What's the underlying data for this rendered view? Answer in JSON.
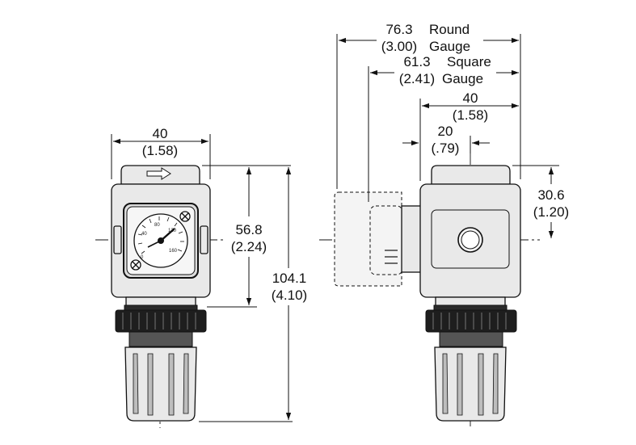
{
  "dimensions": {
    "front_width": {
      "mm": "40",
      "in": "(1.58)"
    },
    "gauge_center_height": {
      "mm": "56.8",
      "in": "(2.24)"
    },
    "overall_height": {
      "mm": "104.1",
      "in": "(4.10)"
    },
    "round_gauge": {
      "mm": "76.3",
      "in": "(3.00)",
      "label_1": "Round",
      "label_2": "Gauge"
    },
    "square_gauge": {
      "mm": "61.3",
      "in": "(2.41)",
      "label_1": "Square",
      "label_2": "Gauge"
    },
    "side_width": {
      "mm": "40",
      "in": "(1.58)"
    },
    "port_offset": {
      "mm": "20",
      "in": "(.79)"
    },
    "port_height": {
      "mm": "30.6",
      "in": "(1.20)"
    }
  },
  "gauge_scale": [
    "0",
    "40",
    "80",
    "120",
    "160"
  ],
  "colors": {
    "line": "#111111",
    "body": "#e9e9e9",
    "knob": "#1e1e1e"
  },
  "icons": [
    "flow-arrow-icon",
    "screw-icon",
    "pressure-gauge-icon"
  ]
}
